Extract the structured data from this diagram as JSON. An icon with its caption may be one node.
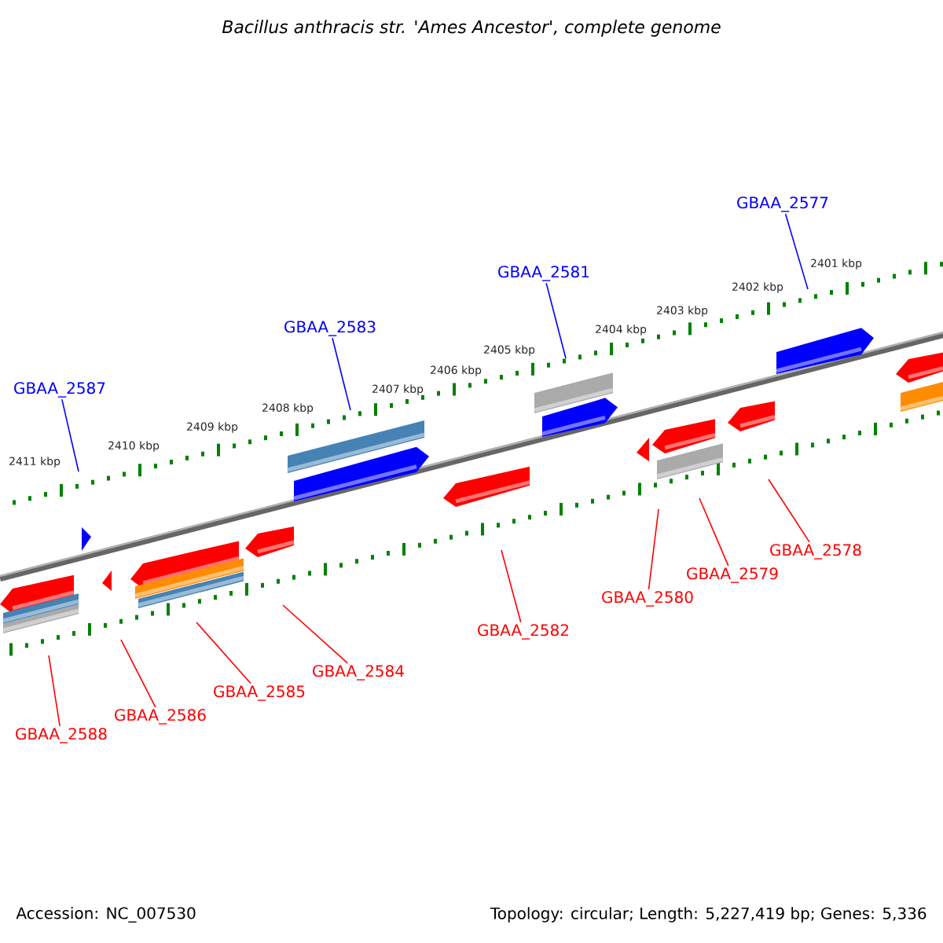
{
  "diagram": {
    "title": "Bacillus anthracis str. 'Ames Ancestor', complete genome",
    "nodes": [
      {
        "text": [
          "GBAA_2577"
        ]
      },
      {
        "text": [
          "GBAA_2581"
        ]
      },
      {
        "text": [
          "GBAA_2583"
        ]
      },
      {
        "text": [
          "GBAA_2587"
        ]
      },
      {
        "text": [
          "GBAA_2578"
        ]
      },
      {
        "text": [
          "GBAA_2579"
        ]
      },
      {
        "text": [
          "GBAA_2580"
        ]
      },
      {
        "text": [
          "GBAA_2582"
        ]
      },
      {
        "text": [
          "GBAA_2584"
        ]
      },
      {
        "text": [
          "GBAA_2585"
        ]
      },
      {
        "text": [
          "GBAA_2586"
        ]
      },
      {
        "text": [
          "GBAA_2588"
        ]
      }
    ],
    "edges": [
      {
        "from": 0,
        "to": null,
        "arrow": "none",
        "color": "#0000ff"
      },
      {
        "from": 1,
        "to": null,
        "arrow": "none",
        "color": "#0000ff"
      },
      {
        "from": 2,
        "to": null,
        "arrow": "none",
        "color": "#0000ff"
      },
      {
        "from": 3,
        "to": null,
        "arrow": "none",
        "color": "#0000ff"
      },
      {
        "from": 4,
        "to": null,
        "arrow": "none"
      },
      {
        "from": 5,
        "to": null,
        "arrow": "none"
      },
      {
        "from": 6,
        "to": null,
        "arrow": "none"
      },
      {
        "from": 7,
        "to": null,
        "arrow": "none"
      },
      {
        "from": 8,
        "to": null,
        "arrow": "none"
      },
      {
        "from": 9,
        "to": null,
        "arrow": "none"
      },
      {
        "from": 10,
        "to": null,
        "arrow": "none"
      },
      {
        "from": 11,
        "to": null,
        "arrow": "none"
      }
    ],
    "labels": [
      "2411 kbp",
      "2410 kbp",
      "2409 kbp",
      "2408 kbp",
      "2407 kbp",
      "2406 kbp",
      "2405 kbp",
      "2404 kbp",
      "2403 kbp",
      "2402 kbp",
      "2401 kbp",
      "Accession: NC_007530",
      "Topology: circular; Length: 5,227,419 bp; Genes: 5,336"
    ]
  }
}
